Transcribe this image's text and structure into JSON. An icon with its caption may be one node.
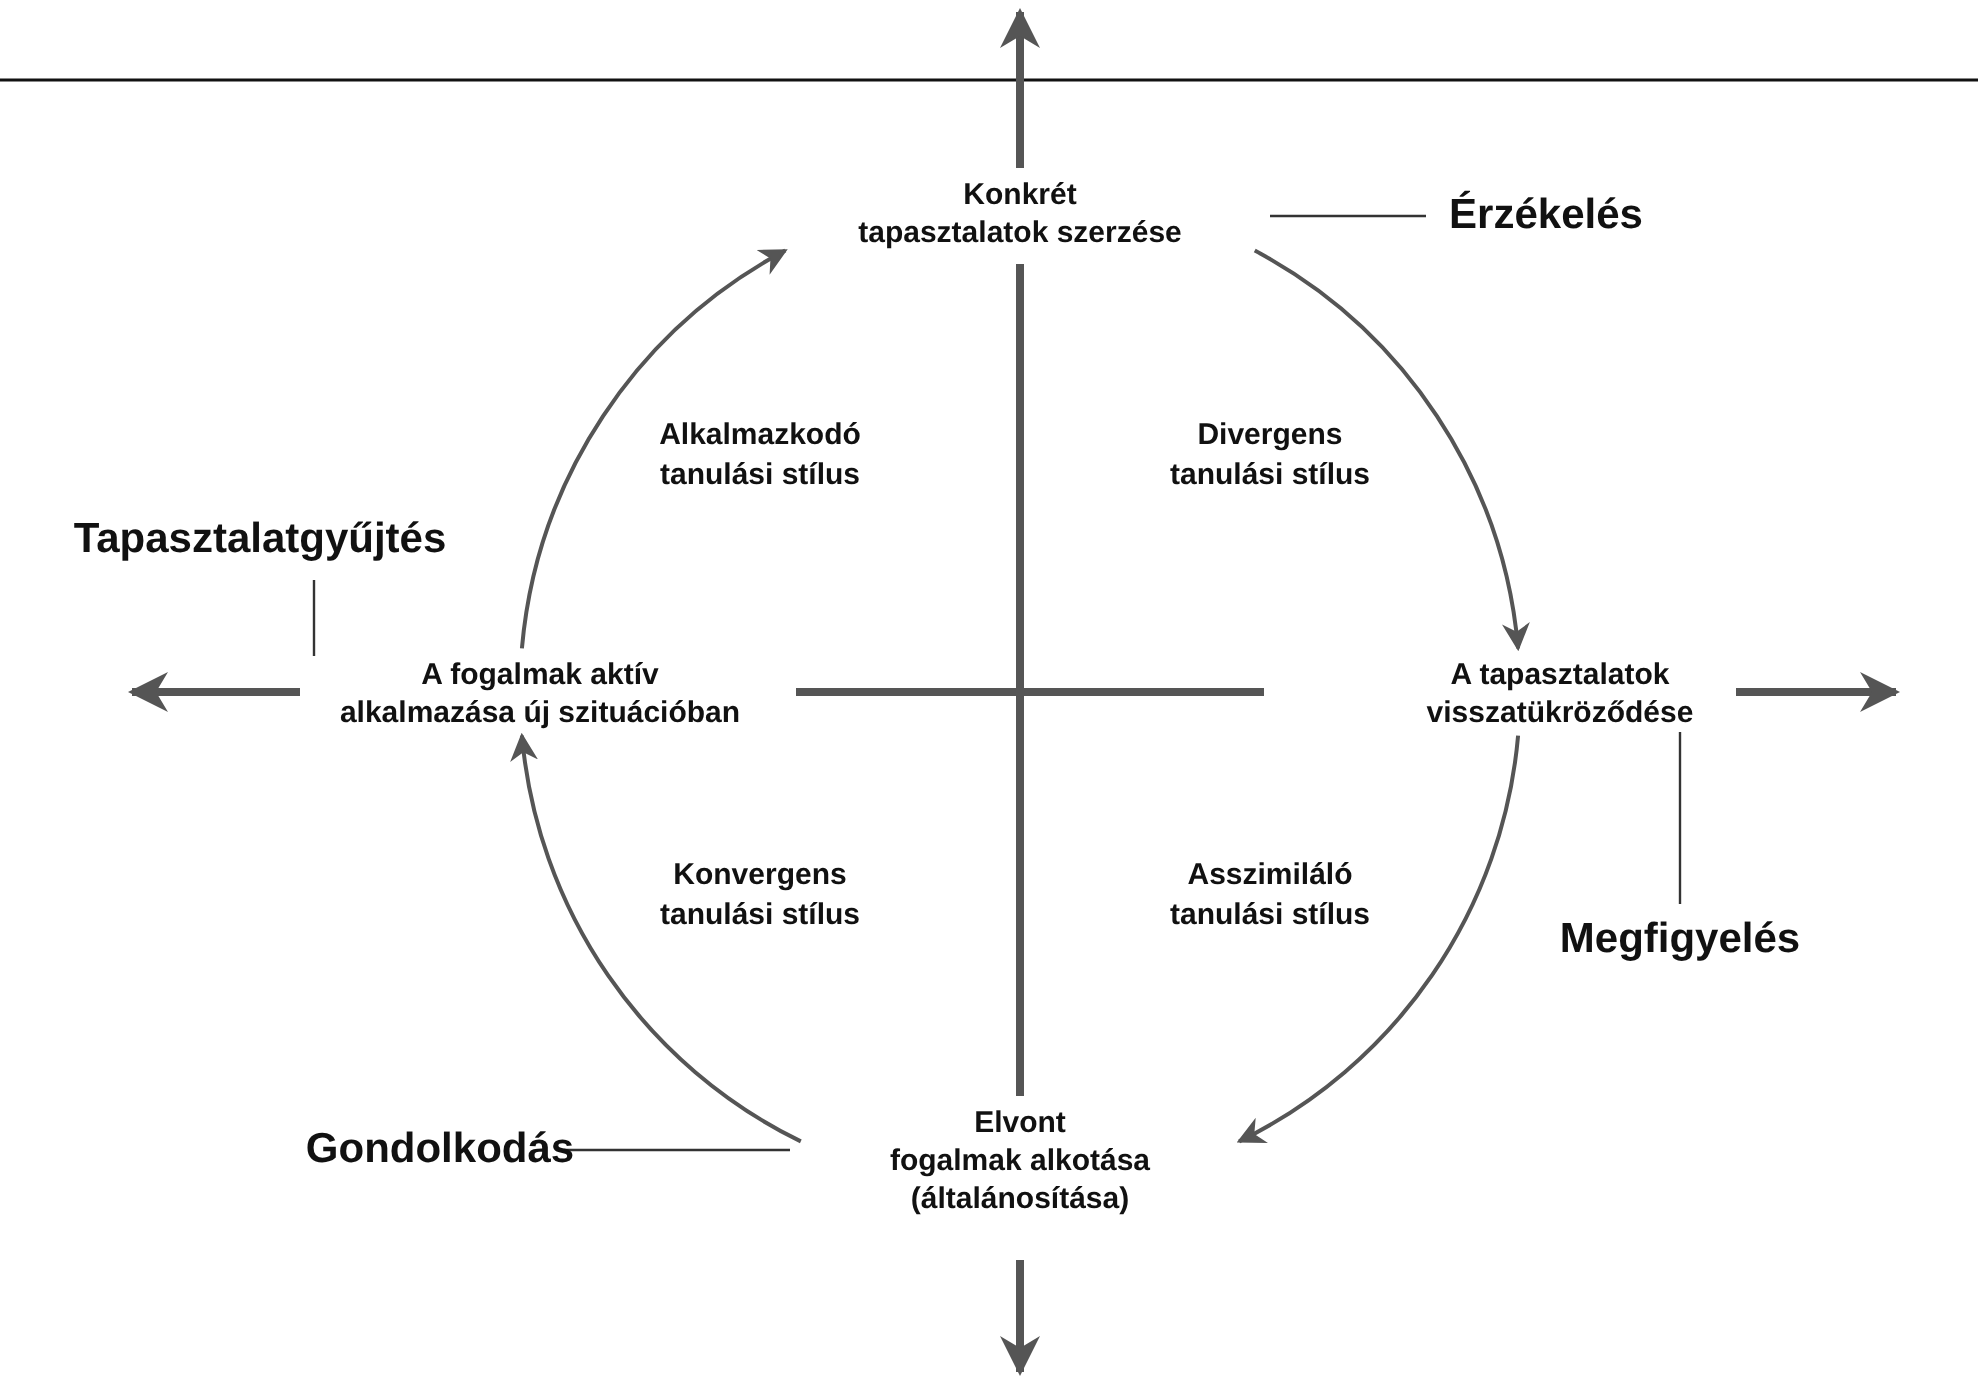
{
  "diagram": {
    "nodes": [
      {
        "text": [
          "Konkrét tapasztalatok szerzése"
        ]
      },
      {
        "text": [
          "A tapasztalatok visszatükröződése"
        ]
      },
      {
        "text": [
          "Elvont fogalmak alkotása (általánosítása)"
        ]
      },
      {
        "text": [
          "A fogalmak aktív alkalmazása új szituációban"
        ]
      },
      {
        "text": [
          "Érzékelés"
        ]
      },
      {
        "text": [
          "Megfigyelés"
        ]
      },
      {
        "text": [
          "Gondolkodás"
        ]
      },
      {
        "text": [
          "Tapasztalatgyűjtés"
        ]
      }
    ],
    "edges": [
      {
        "from": 0,
        "to": 1,
        "arrow": "to"
      },
      {
        "from": 1,
        "to": 2,
        "arrow": "to"
      },
      {
        "from": 2,
        "to": 3,
        "arrow": "to"
      },
      {
        "from": 3,
        "to": 0,
        "arrow": "to"
      },
      {
        "from": 4,
        "to": 0,
        "arrow": "none"
      },
      {
        "from": 5,
        "to": 1,
        "arrow": "none"
      },
      {
        "from": 6,
        "to": 2,
        "arrow": "none"
      },
      {
        "from": 7,
        "to": 3,
        "arrow": "none"
      }
    ],
    "labels": [
      "Alkalmazkodó tanulási stílus",
      "Divergens tanulási stílus",
      "Konvergens tanulási stílus",
      "Asszimiláló tanulási stílus"
    ]
  }
}
